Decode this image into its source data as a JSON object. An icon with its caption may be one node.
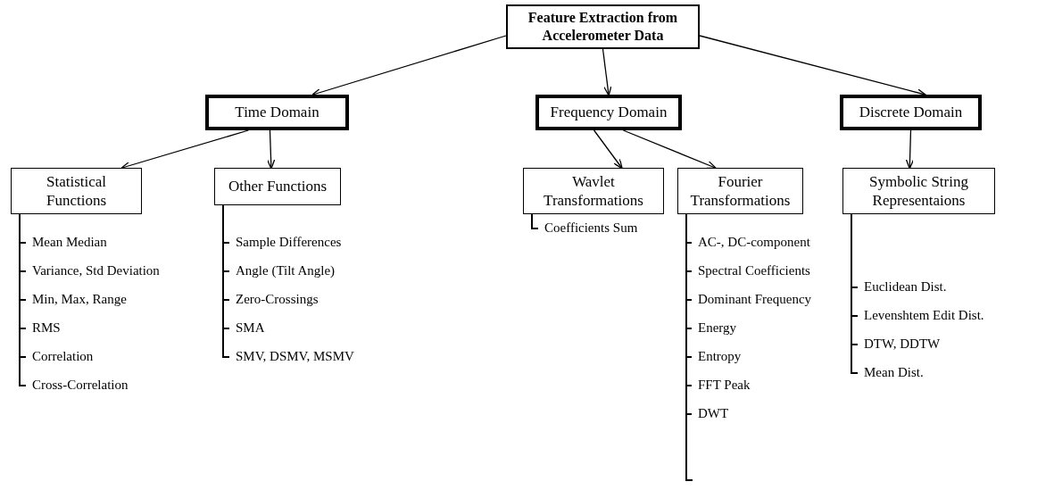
{
  "diagram": {
    "nodes": [
      {
        "text": [
          "Feature Extraction from Accelerometer Data"
        ]
      },
      {
        "text": [
          "Time Domain"
        ]
      },
      {
        "text": [
          "Frequency Domain"
        ]
      },
      {
        "text": [
          "Discrete Domain"
        ]
      },
      {
        "text": [
          "Statistical Functions"
        ]
      },
      {
        "text": [
          "Other Functions"
        ]
      },
      {
        "text": [
          "Wavlet Transformations"
        ]
      },
      {
        "text": [
          "Fourier Transformations"
        ]
      },
      {
        "text": [
          "Symbolic String Representaions"
        ]
      },
      {
        "text": [
          "Mean Median"
        ]
      },
      {
        "text": [
          "Variance, Std Deviation"
        ]
      },
      {
        "text": [
          "Min, Max, Range"
        ]
      },
      {
        "text": [
          "RMS"
        ]
      },
      {
        "text": [
          "Correlation"
        ]
      },
      {
        "text": [
          "Cross-Correlation"
        ]
      },
      {
        "text": [
          "Sample Differences"
        ]
      },
      {
        "text": [
          "Angle (Tilt Angle)"
        ]
      },
      {
        "text": [
          "Zero-Crossings"
        ]
      },
      {
        "text": [
          "SMA"
        ]
      },
      {
        "text": [
          "SMV, DSMV, MSMV"
        ]
      },
      {
        "text": [
          "Coefficients Sum"
        ]
      },
      {
        "text": [
          "AC-, DC-component"
        ]
      },
      {
        "text": [
          "Spectral Coefficients"
        ]
      },
      {
        "text": [
          "Dominant Frequency"
        ]
      },
      {
        "text": [
          "Energy"
        ]
      },
      {
        "text": [
          "Entropy"
        ]
      },
      {
        "text": [
          "FFT Peak"
        ]
      },
      {
        "text": [
          "DWT"
        ]
      },
      {
        "text": [
          "Euclidean Dist."
        ]
      },
      {
        "text": [
          "Levenshtem Edit Dist."
        ]
      },
      {
        "text": [
          "DTW, DDTW"
        ]
      },
      {
        "text": [
          "Mean Dist."
        ]
      }
    ],
    "edges": [
      {
        "from": 0,
        "to": 1,
        "arrow": "to"
      },
      {
        "from": 0,
        "to": 2,
        "arrow": "to"
      },
      {
        "from": 0,
        "to": 3,
        "arrow": "to"
      },
      {
        "from": 1,
        "to": 4,
        "arrow": "to"
      },
      {
        "from": 1,
        "to": 5,
        "arrow": "to"
      },
      {
        "from": 2,
        "to": 6,
        "arrow": "to"
      },
      {
        "from": 2,
        "to": 7,
        "arrow": "to"
      },
      {
        "from": 3,
        "to": 8,
        "arrow": "to"
      },
      {
        "from": 4,
        "to": 9,
        "arrow": "none"
      },
      {
        "from": 4,
        "to": 10,
        "arrow": "none"
      },
      {
        "from": 4,
        "to": 11,
        "arrow": "none"
      },
      {
        "from": 4,
        "to": 12,
        "arrow": "none"
      },
      {
        "from": 4,
        "to": 13,
        "arrow": "none"
      },
      {
        "from": 4,
        "to": 14,
        "arrow": "none"
      },
      {
        "from": 5,
        "to": 15,
        "arrow": "none"
      },
      {
        "from": 5,
        "to": 16,
        "arrow": "none"
      },
      {
        "from": 5,
        "to": 17,
        "arrow": "none"
      },
      {
        "from": 5,
        "to": 18,
        "arrow": "none"
      },
      {
        "from": 5,
        "to": 19,
        "arrow": "none"
      },
      {
        "from": 6,
        "to": 20,
        "arrow": "none"
      },
      {
        "from": 7,
        "to": 21,
        "arrow": "none"
      },
      {
        "from": 7,
        "to": 22,
        "arrow": "none"
      },
      {
        "from": 7,
        "to": 23,
        "arrow": "none"
      },
      {
        "from": 7,
        "to": 24,
        "arrow": "none"
      },
      {
        "from": 7,
        "to": 25,
        "arrow": "none"
      },
      {
        "from": 7,
        "to": 26,
        "arrow": "none"
      },
      {
        "from": 7,
        "to": 27,
        "arrow": "none"
      },
      {
        "from": 8,
        "to": 28,
        "arrow": "none"
      },
      {
        "from": 8,
        "to": 29,
        "arrow": "none"
      },
      {
        "from": 8,
        "to": 30,
        "arrow": "none"
      },
      {
        "from": 8,
        "to": 31,
        "arrow": "none"
      }
    ]
  }
}
